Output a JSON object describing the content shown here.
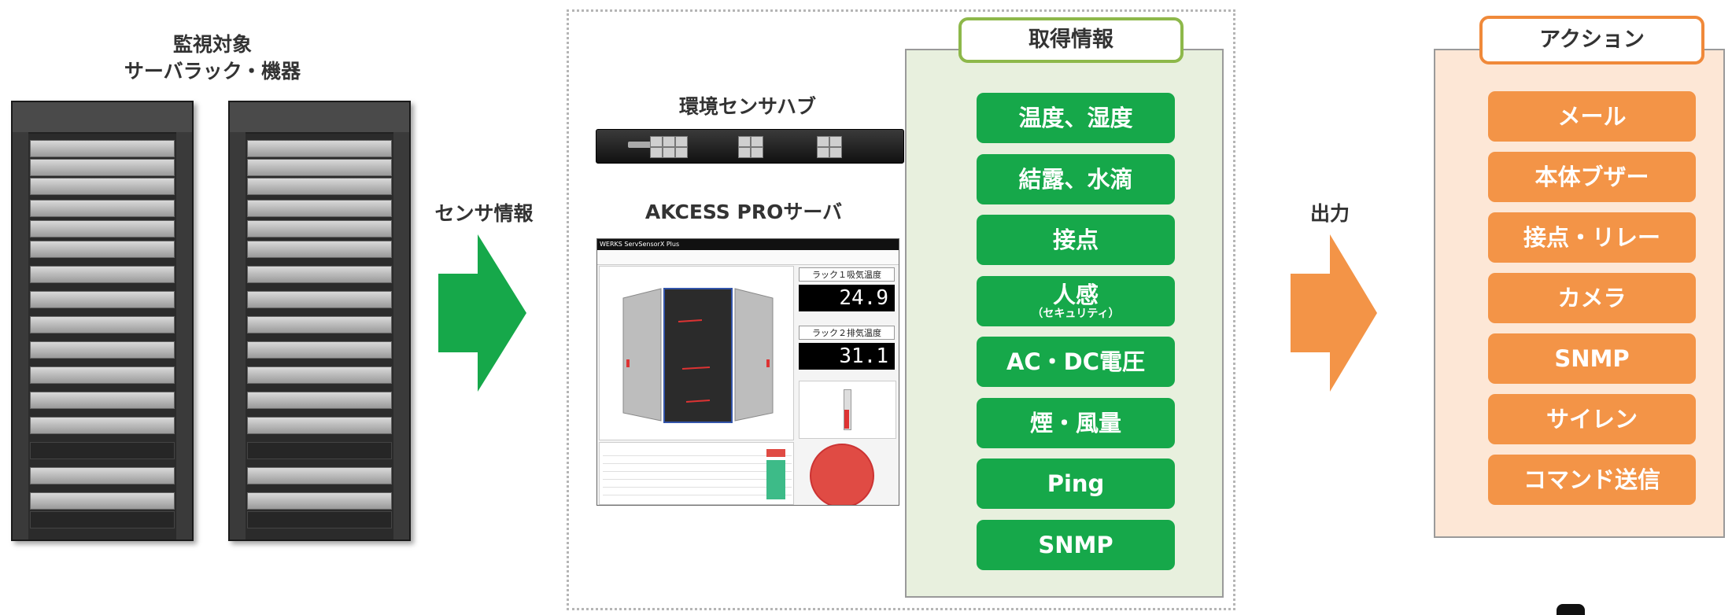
{
  "left": {
    "title_line1": "監視対象",
    "title_line2": "サーバラック・機器"
  },
  "arrow1": {
    "label": "センサ情報",
    "color": "#16a84a"
  },
  "center": {
    "hub_label": "環境センサハブ",
    "server_label": "AKCESS PROサーバ",
    "screen": {
      "app_title": "WERKS ServSensorX Plus",
      "temp1_label": "ラック１吸気温度",
      "temp1_value": "24.9",
      "temp2_label": "ラック２排気温度",
      "temp2_value": "31.1"
    }
  },
  "info": {
    "header": "取得情報",
    "accent": "#8db84a",
    "button_color": "#16a84a",
    "items": [
      {
        "main": "温度、湿度"
      },
      {
        "main": "結露、水滴"
      },
      {
        "main": "接点"
      },
      {
        "main": "人感",
        "sub": "（セキュリティ）"
      },
      {
        "main": "AC・DC電圧"
      },
      {
        "main": "煙・風量"
      },
      {
        "main": "Ping"
      },
      {
        "main": "SNMP"
      }
    ]
  },
  "arrow2": {
    "label": "出力",
    "color": "#f39447"
  },
  "actions": {
    "header": "アクション",
    "accent": "#f0893a",
    "items": [
      "メール",
      "本体ブザー",
      "接点・リレー",
      "カメラ",
      "SNMP",
      "サイレン",
      "コマンド送信"
    ]
  }
}
